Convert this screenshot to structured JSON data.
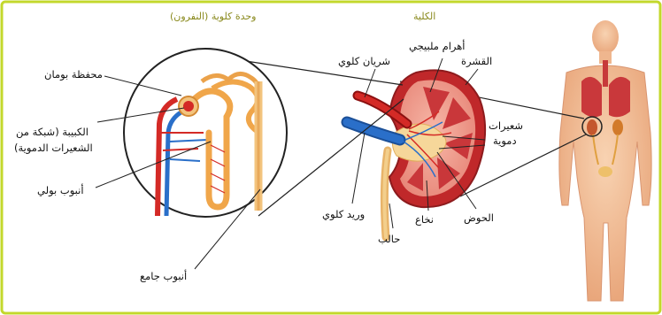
{
  "header": {
    "nephron_title": "وحدة كلوية (النفرون)",
    "kidney_title": "الكلية"
  },
  "labels": {
    "bowman": "محفظة بومان",
    "glomerulus_l1": "الكبيبة (شبكة من",
    "glomerulus_l2": "الشعيرات الدموية)",
    "urinary_tubule": "أنبوب بولي",
    "collecting_duct": "أنبوب جامع",
    "pyramids": "أهرام ملبيجي",
    "renal_artery": "شريان كلوي",
    "cortex": "القشرة",
    "capillaries_l1": "شعيرات",
    "capillaries_l2": "دموية",
    "pelvis": "الحوض",
    "medulla": "نخاع",
    "renal_vein": "وريد كلوي",
    "ureter": "حالب"
  },
  "colors": {
    "frame": "#c3d82c",
    "header_text": "#8a8a1e",
    "kidney_red": "#c0282a",
    "artery_red": "#d42a26",
    "vein_blue": "#2a6fc9",
    "tubule_orange": "#f0a64a",
    "body_skin": "#f2c39b"
  }
}
